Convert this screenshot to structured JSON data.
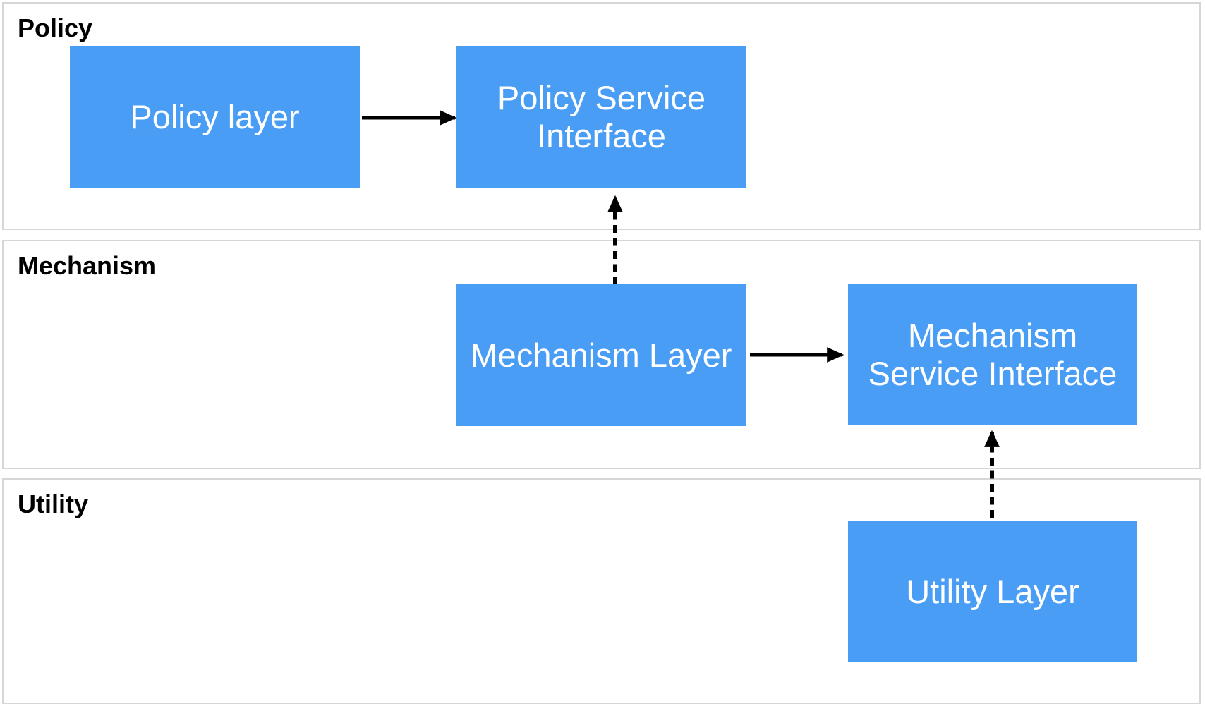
{
  "diagram": {
    "bands": [
      {
        "id": "policy",
        "label": "Policy"
      },
      {
        "id": "mechanism",
        "label": "Mechanism"
      },
      {
        "id": "utility",
        "label": "Utility"
      }
    ],
    "nodes": [
      {
        "id": "policy-layer",
        "band": "policy",
        "lines": [
          "Policy layer"
        ]
      },
      {
        "id": "policy-service-interface",
        "band": "policy",
        "lines": [
          "Policy Service",
          "Interface"
        ]
      },
      {
        "id": "mechanism-layer",
        "band": "mechanism",
        "lines": [
          "Mechanism Layer"
        ]
      },
      {
        "id": "mechanism-service-interface",
        "band": "mechanism",
        "lines": [
          "Mechanism",
          "Service Interface"
        ]
      },
      {
        "id": "utility-layer",
        "band": "utility",
        "lines": [
          "Utility Layer"
        ]
      }
    ],
    "edges": [
      {
        "from": "policy-layer",
        "to": "policy-service-interface",
        "style": "solid",
        "direction": "right"
      },
      {
        "from": "mechanism-layer",
        "to": "policy-service-interface",
        "style": "dashed",
        "direction": "up"
      },
      {
        "from": "mechanism-layer",
        "to": "mechanism-service-interface",
        "style": "solid",
        "direction": "right"
      },
      {
        "from": "utility-layer",
        "to": "mechanism-service-interface",
        "style": "dashed",
        "direction": "up"
      }
    ],
    "colors": {
      "node_fill": "#4A9DF4",
      "node_text": "#FFFFFF",
      "band_border": "#D6D6D6",
      "band_background": "#FFFFFF",
      "arrow": "#000000",
      "band_label_text": "#000000"
    }
  }
}
